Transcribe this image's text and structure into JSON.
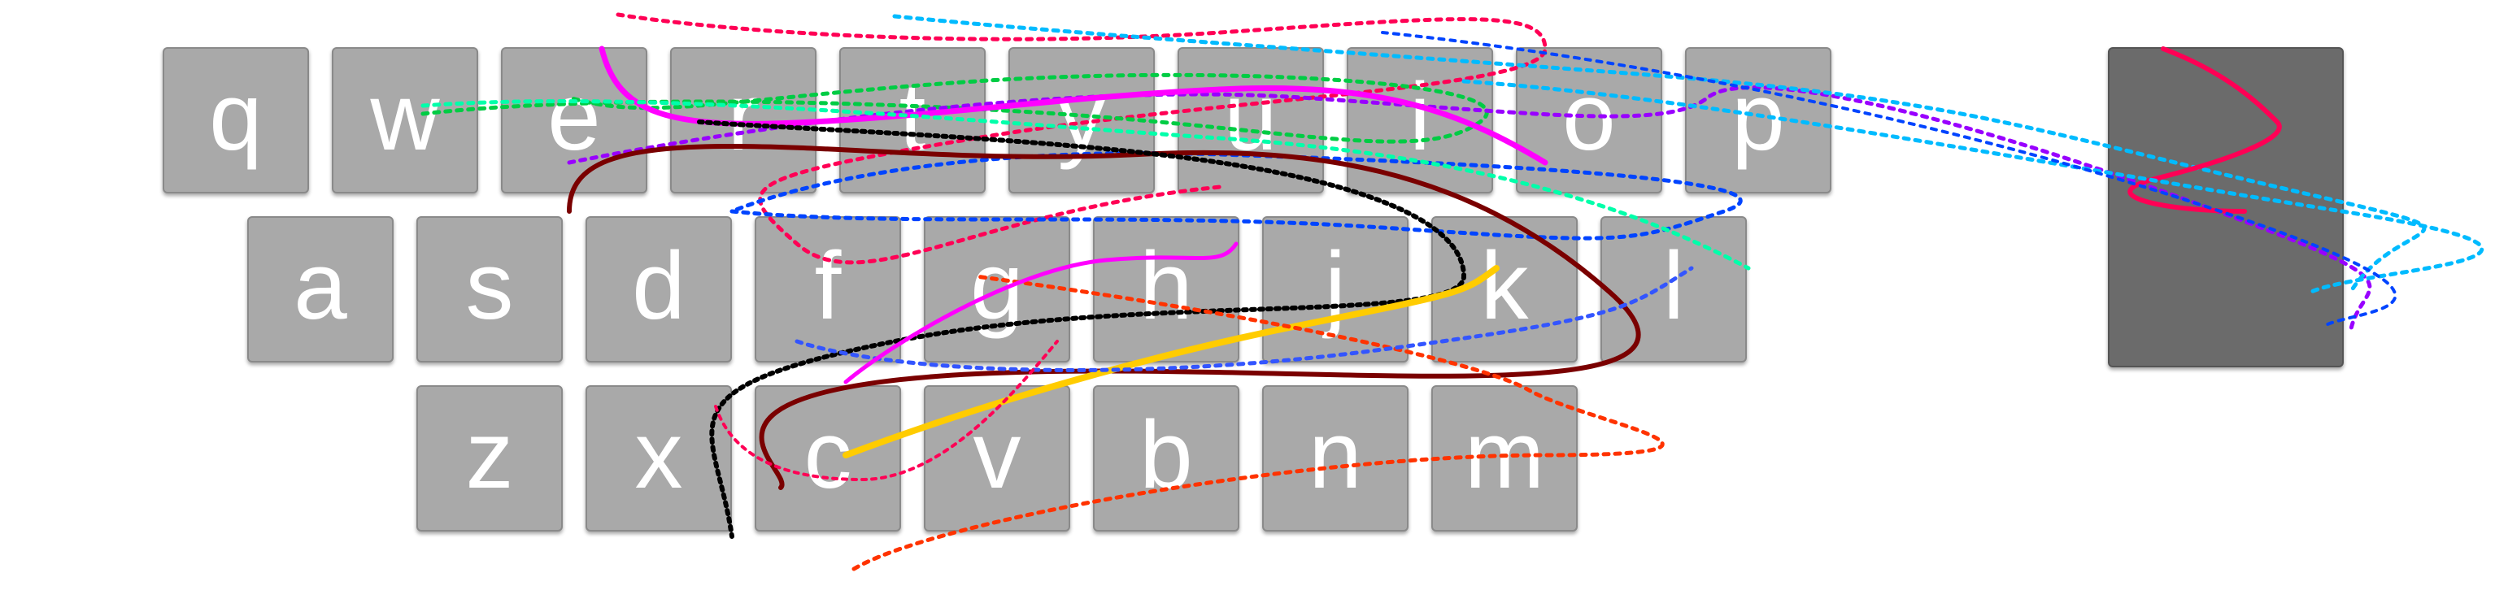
{
  "keyboard": {
    "rows": [
      [
        "q",
        "w",
        "e",
        "r",
        "t",
        "y",
        "u",
        "i",
        "o",
        "p"
      ],
      [
        "a",
        "s",
        "d",
        "f",
        "g",
        "h",
        "j",
        "k",
        "l"
      ],
      [
        "z",
        "x",
        "c",
        "v",
        "b",
        "n",
        "m"
      ]
    ],
    "enter_key_label": "",
    "key_color": "#a9a9a9",
    "enter_key_color": "#6b6b6b",
    "label_color": "#ffffff"
  },
  "traces": {
    "colors": [
      "#ff0055",
      "#00cc44",
      "#0044ff",
      "#9900ff",
      "#ff00ff",
      "#00bbff",
      "#7a0000",
      "#000000",
      "#ffcc00",
      "#00ffaa",
      "#ff3300",
      "#3355ff"
    ]
  }
}
